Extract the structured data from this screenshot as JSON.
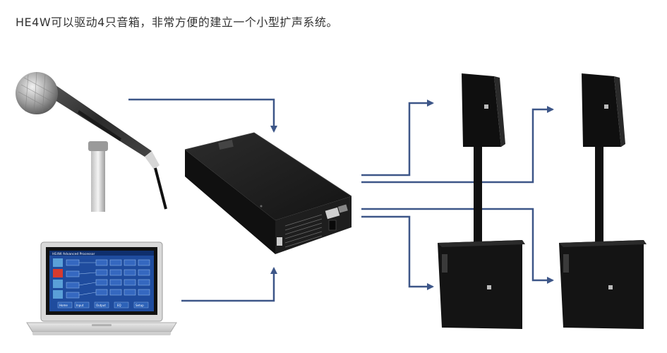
{
  "caption": "HE4W可以驱动4只音箱，非常方便的建立一个小型扩声系统。",
  "laptop_screen": {
    "title": "HE4W Advanced Processor",
    "tabs": [
      "Home",
      "Input",
      "Output",
      "EQ",
      "Setup"
    ]
  },
  "colors": {
    "arrow": "#3d5688",
    "device_body": "#1b1b1b",
    "speaker_body": "#121212",
    "stand": "#111111",
    "laptop_screen_bg": "#1f4c9e",
    "caption_text": "#333333"
  },
  "icons": [
    "microphone-icon",
    "laptop-icon",
    "processor-device-icon",
    "speaker-icon",
    "subwoofer-icon",
    "arrow-icon"
  ]
}
